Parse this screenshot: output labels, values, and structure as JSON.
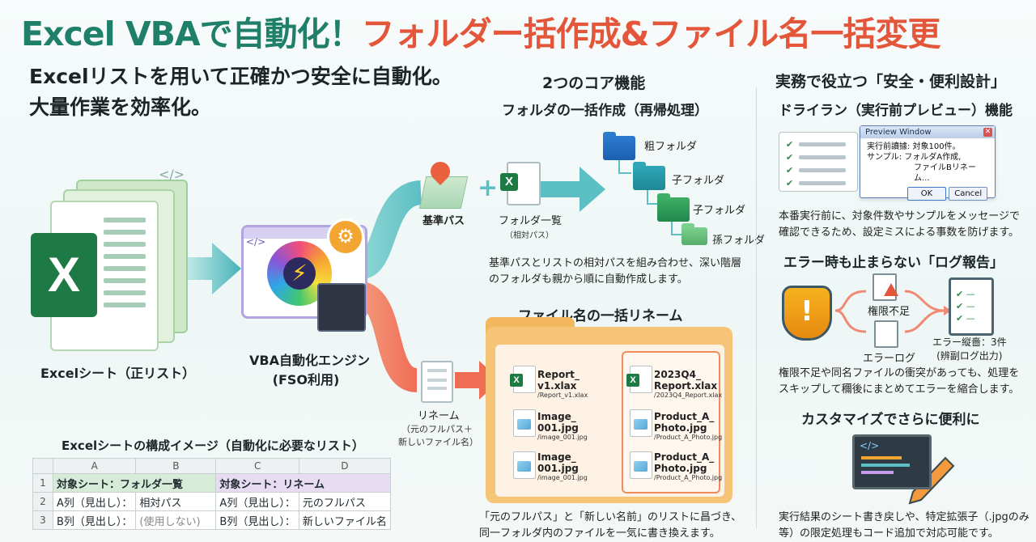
{
  "title": {
    "part1": "Excel VBAで自動化！",
    "part2": "フォルダー括作成&ファイル名一括変更"
  },
  "lead": {
    "line1": "Excelリストを用いて正確かつ安全に自動化。",
    "line2": "大量作業を効率化。"
  },
  "excel_sheet": {
    "icon_letter": "X",
    "code_glyph": "</>",
    "label": "Excelシート（正リスト）"
  },
  "engine": {
    "label_line1": "VBA自動化エンジン",
    "label_line2": "(FSO利用)",
    "code_glyph": "</>"
  },
  "core": {
    "heading": "2つのコア機能",
    "folder_section": {
      "heading": "フォルダの一括作成（再帰処理）",
      "base_path_label": "基準パス",
      "list_label": "フォルダ一覧",
      "list_sub": "（相対パス）",
      "folders": [
        "粗フォルダ",
        "子フォルダ",
        "子フォルダ",
        "孫フォルダ"
      ],
      "caption_line1": "基準パスとリストの相対パスを組み合わせ、深い階層",
      "caption_line2": "のフォルダも親から順に自動作成します。"
    },
    "rename_section": {
      "heading": "ファイル名の一括リネーム",
      "list_label": "リネーム",
      "list_sub1": "（元のフルパス＋",
      "list_sub2": "新しいファイル名）",
      "old_files": [
        {
          "name1": "Report_",
          "name2": "v1.xlax",
          "path": "/Report_v1.xlax",
          "kind": "excel"
        },
        {
          "name1": "Image_",
          "name2": "001.jpg",
          "path": "/image_001.jpg",
          "kind": "image"
        },
        {
          "name1": "Image_",
          "name2": "001.jpg",
          "path": "/image_001.jpg",
          "kind": "image"
        }
      ],
      "new_files": [
        {
          "name1": "2023Q4_",
          "name2": "Report.xlax",
          "path": "/2023Q4_Report.xlax",
          "kind": "excel"
        },
        {
          "name1": "Product_A_",
          "name2": "Photo.jpg",
          "path": "/Product_A_Photo.jpg",
          "kind": "image"
        },
        {
          "name1": "Product_A_",
          "name2": "Photo.jpg",
          "path": "/Product_A_Photo.jpg",
          "kind": "image"
        }
      ],
      "caption_line1": "「元のフルパス」と「新しい名前」のリストに昌づき、",
      "caption_line2": "同一フォルダ内のファイルを一気に書き換えます。"
    }
  },
  "sheet_table": {
    "caption": "Excelシートの構成イメージ（自動化に必要なリスト）",
    "col_headers": [
      "A",
      "B",
      "C",
      "D"
    ],
    "row_numbers": [
      "1",
      "2",
      "3"
    ],
    "row1": {
      "left": "対象シート：フォルダ一覧",
      "right": "対象シート：リネーム"
    },
    "row2": [
      "A列（見出し）：",
      "相対パス",
      "A列（見出し）：",
      "元のフルパス"
    ],
    "row3": [
      "B列（見出し）：",
      "(使用しない)",
      "B列（見出し）：",
      "新しいファイル名"
    ]
  },
  "practical": {
    "heading": "実務で役立つ「安全・便利設計」",
    "dryrun": {
      "heading": "ドライラン（実行前プレビュー）機能",
      "window_title": "Preview Window",
      "window_close": "✕",
      "window_line1": "実行前讀據: 対象100件。",
      "window_line2": "サンプル: フォルダA作成,",
      "window_line3": "ファイルBリネーム...",
      "ok_label": "OK",
      "cancel_label": "Cancel",
      "caption_line1": "本番実行前に、対象件数やサンプルをメッセージで",
      "caption_line2": "確認できるため、設定ミスによる事数を防げます。"
    },
    "error": {
      "heading": "エラー時も止まらない「ログ報告」",
      "perm_label": "権限不足",
      "log_label": "エラーログ",
      "report_line1": "エラー縦嗇：3件",
      "report_line2": "(辨副ログ出力)",
      "caption_line1": "権限不足や同名ファイルの衝突があっても、処理を",
      "caption_line2": "スキップして穪後にまとめてエラーを縮合します。"
    },
    "custom": {
      "heading": "カスタマイズでさらに便利に",
      "code_glyph": "</>",
      "caption_line1": "実行結果のシート書き戻しや、特定拡張子（.jpgのみ",
      "caption_line2": "等）の限定処理もコード追加で対応可能です。"
    }
  },
  "colors": {
    "accent_green": "#1f7f69",
    "accent_red": "#e4563a",
    "flow_teal": "#5bbfc4",
    "flow_coral": "#ef7a62"
  }
}
